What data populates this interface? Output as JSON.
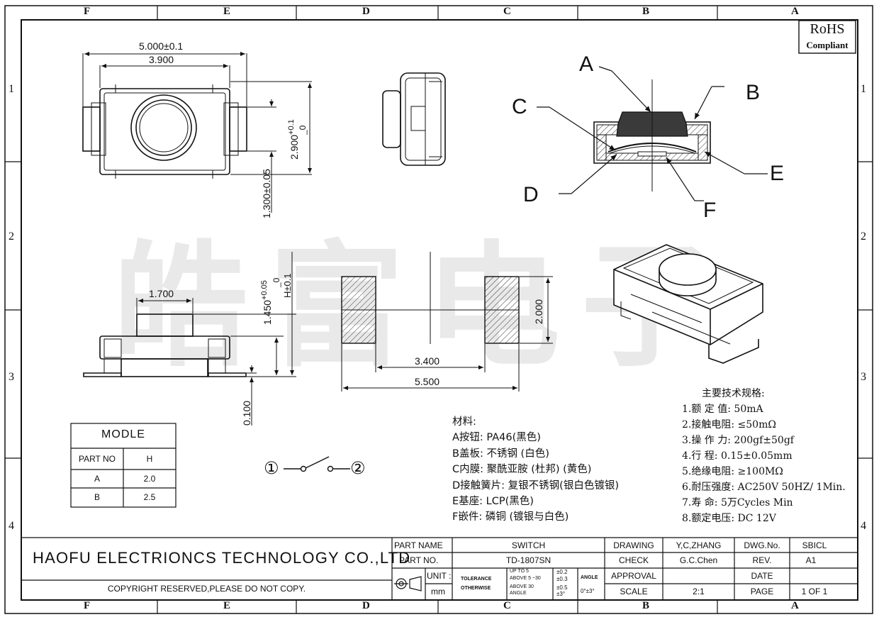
{
  "watermark": "皓富电子",
  "rohs": {
    "line1": "RoHS",
    "line2": "Compliant"
  },
  "grid": {
    "columns": [
      "F",
      "E",
      "D",
      "C",
      "B",
      "A"
    ],
    "rows": [
      "1",
      "2",
      "3",
      "4"
    ]
  },
  "dimensions": {
    "width_total": "5.000±0.1",
    "width_inner": "3.900",
    "height_total": "2.900",
    "height_tol": "+0.1",
    "height_tol2": "_0",
    "height_1300": "1.300±0.05",
    "side_1700": "1.700",
    "side_1450": "1.450",
    "side_1450_tol": "+0.05",
    "side_1450_tol2": "_0",
    "side_h": "H±0.1",
    "side_0100": "0.100",
    "pad_3400": "3.400",
    "pad_5500": "5.500",
    "pad_2000": "2.000"
  },
  "section_labels": {
    "A": "A",
    "B": "B",
    "C": "C",
    "D": "D",
    "E": "E",
    "F": "F"
  },
  "model_table": {
    "title": "MODLE",
    "headers": [
      "PART NO",
      "H"
    ],
    "rows": [
      [
        "A",
        "2.0"
      ],
      [
        "B",
        "2.5"
      ]
    ]
  },
  "switch_symbol": {
    "left": "①",
    "right": "②"
  },
  "materials": {
    "title": "材料:",
    "lines": [
      "A按钮: PA46(黑色)",
      "B盖板: 不锈钢 (白色)",
      "C内膜: 聚酰亚胺 (杜邦) (黄色)",
      "D接触簧片: 复银不锈钢(银白色镀银)",
      "E基座: LCP(黑色)",
      "F嵌件: 磷铜 (镀银与白色)"
    ]
  },
  "specs": {
    "title": "主要技术规格:",
    "lines": [
      "1.额 定 值: 50mA",
      "2.接触电阻: ≤50mΩ",
      "3.操 作 力: 200gf±50gf",
      "4.行    程: 0.15±0.05mm",
      "5.绝缘电阻: ≥100MΩ",
      "6.耐压强度: AC250V 50HZ/ 1Min.",
      "7.寿    命: 5万Cycles Min",
      "8.额定电压: DC 12V"
    ]
  },
  "title_block": {
    "company": "HAOFU ELECTRIONCS TECHNOLOGY CO.,LTD",
    "copyright": "COPYRIGHT RESERVED,PLEASE DO NOT COPY.",
    "part_name_label": "PART NAME",
    "part_name": "SWITCH",
    "part_no_label": "PART NO.",
    "part_no": "TD-1807SN",
    "unit_label": "UNIT :",
    "unit": "mm",
    "tolerance_label": "TOLERANCE",
    "otherwise_label": "OTHERWISE",
    "tol_rows": [
      {
        "range": "UP TO 5",
        "tol": "±0.2"
      },
      {
        "range": "ABOVE 5 ~30",
        "tol": "±0.3"
      },
      {
        "range": "ABOVE 30",
        "tol": "±0.5"
      }
    ],
    "angle_range_label": "ANGLE",
    "angle_range_tol": "±3°",
    "angle_label": "ANGLE",
    "angle_tol": "0°±3°",
    "drawing_label": "DRAWING",
    "drawing": "Y,C,ZHANG",
    "check_label": "CHECK",
    "check": "G.C.Chen",
    "approval_label": "APPROVAL",
    "approval": "",
    "scale_label": "SCALE",
    "scale": "2:1",
    "dwg_label": "DWG.No.",
    "dwg": "SBICL",
    "rev_label": "REV.",
    "rev": "A1",
    "date_label": "DATE",
    "date": "",
    "page_label": "PAGE",
    "page": "1 OF 1"
  }
}
